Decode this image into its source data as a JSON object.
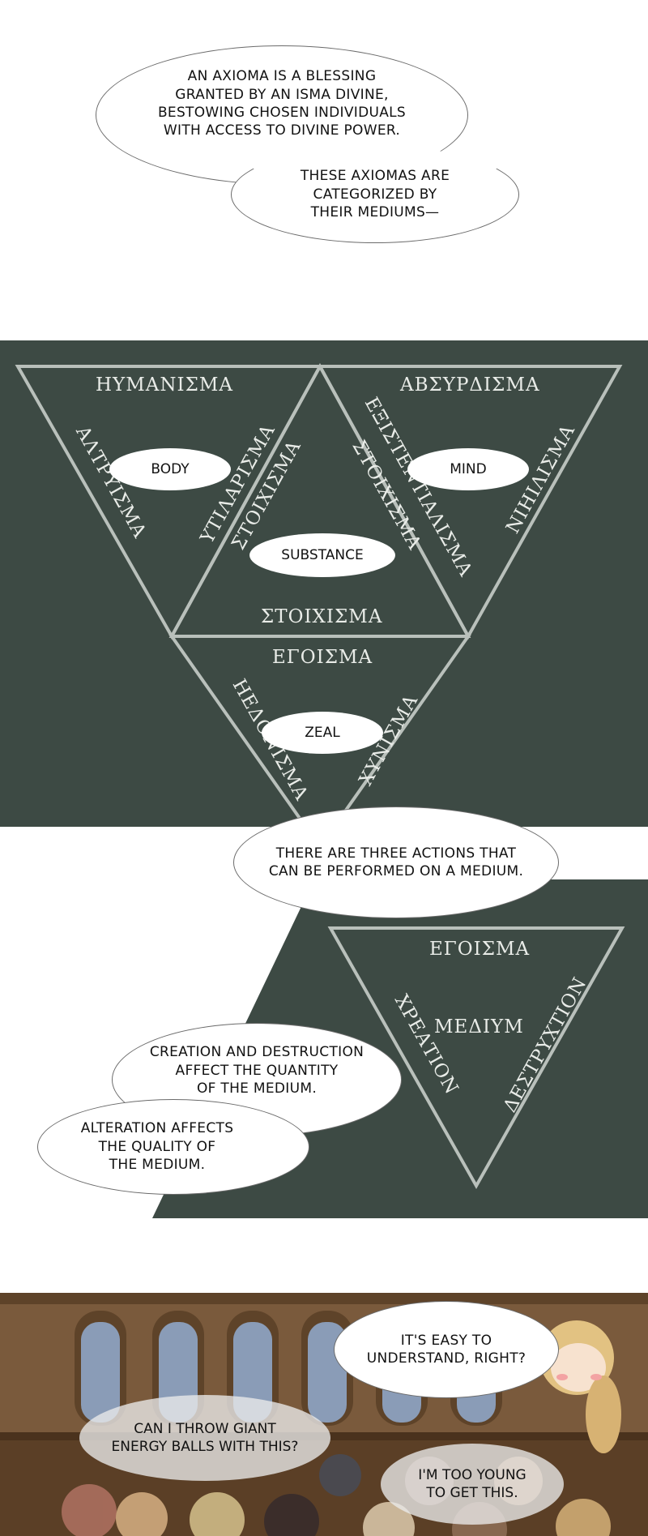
{
  "bubble1": {
    "text": "AN AXIOMA IS A BLESSING\nGRANTED BY AN ISMA DIVINE,\nBESTOWING CHOSEN INDIVIDUALS\nWITH ACCESS TO DIVINE POWER."
  },
  "bubble2": {
    "text": "THESE AXIOMAS ARE\nCATEGORIZED BY\nTHEIR MEDIUMS—"
  },
  "diagram1": {
    "top_left_title": "ΗΥΜΑΝΙΣΜΑ",
    "top_right_title": "ΑΒΣΥΡΔΙΣΜΑ",
    "center_bottom_title": "ΣΤΟΙΧΙΣΜΑ",
    "bottom_title": "ΕΓΟΙΣΜΑ",
    "left_outer": "ΑΛΤΡΥΙΣΜΑ",
    "left_inner": "ΥΤΙΛΑΡΙΣΜΑ",
    "center_left": "ΣΤΟΙΧΙΣΜΑ",
    "center_right": "ΣΤΟΙΧΙΣΜΑ",
    "right_inner": "ΕΞΙΣΤΕΝΤΙΑΛΙΣΜΑ",
    "right_outer": "ΝΙΗΙΛΙΣΜΑ",
    "bottom_left": "ΗΕΔΟΝΙΣΜΑ",
    "bottom_right": "ΧΥΝΙΣΜΑ",
    "labels": {
      "body": "BODY",
      "mind": "MIND",
      "substance": "SUBSTANCE",
      "zeal": "ZEAL"
    }
  },
  "bubble3": {
    "text": "THERE ARE THREE ACTIONS THAT\nCAN BE PERFORMED ON A MEDIUM."
  },
  "diagram2": {
    "top": "ΕΓΟΙΣΜΑ",
    "center": "ΜΕΔΙΥΜ",
    "left": "ΧΡΕΑΤΙΟΝ",
    "right": "ΔΕΣΤΡΥΧΤΙΟΝ"
  },
  "bubble4": {
    "text": "CREATION AND DESTRUCTION\nAFFECT THE QUANTITY\nOF THE MEDIUM."
  },
  "bubble5": {
    "text": "ALTERATION AFFECTS\nTHE QUALITY OF\nTHE MEDIUM."
  },
  "classroom": {
    "teacher_bubble": "IT'S EASY TO\nUNDERSTAND, RIGHT?",
    "student_thought1": "CAN I THROW GIANT\nENERGY BALLS WITH THIS?",
    "student_thought2": "I'M TOO YOUNG\nTO GET THIS."
  },
  "colors": {
    "chalkboard": "#3d4a44",
    "chalk": "#e9ece8",
    "wall": "#7a5a3c"
  }
}
